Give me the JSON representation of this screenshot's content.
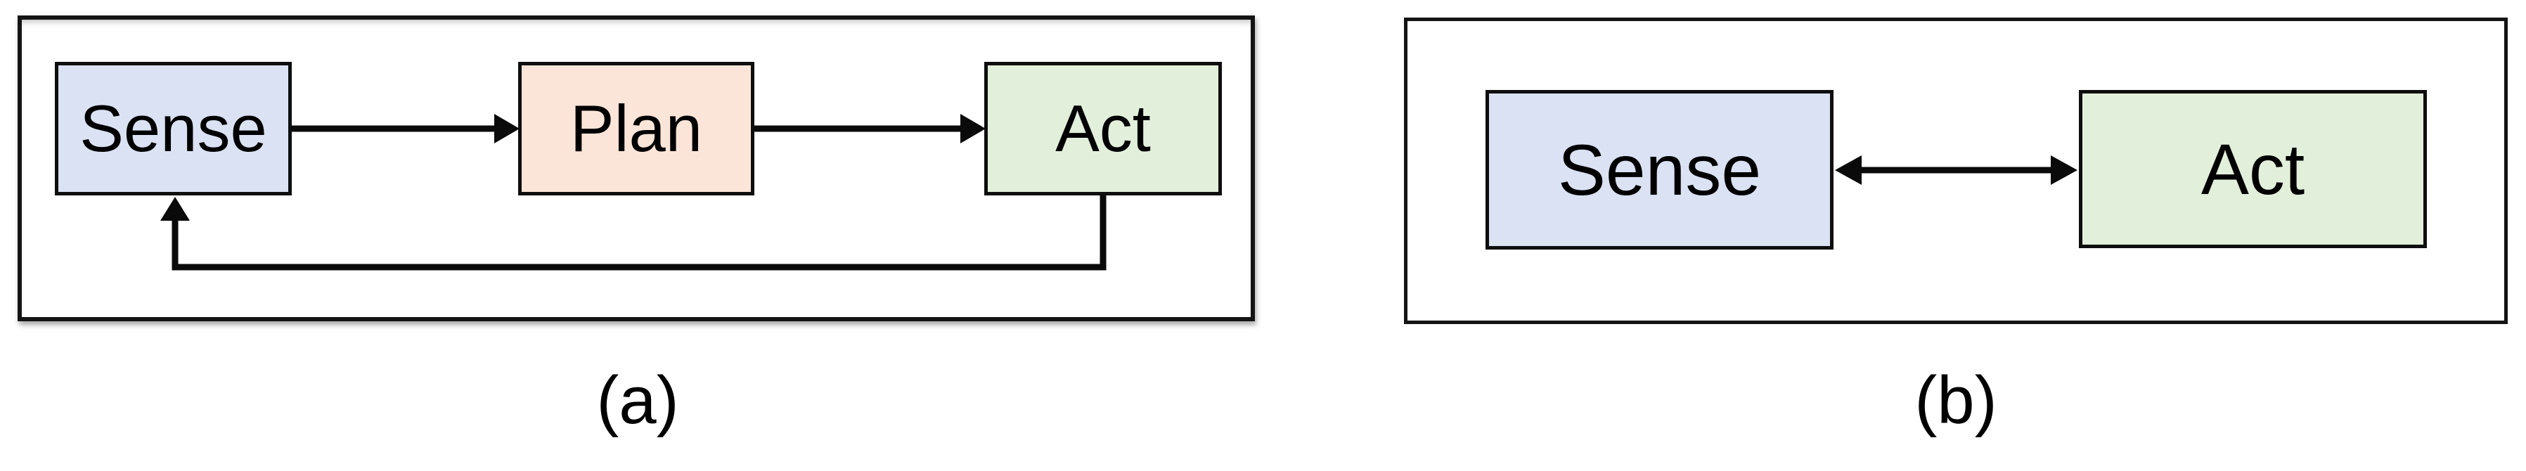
{
  "figure": {
    "panel_a": {
      "caption": "(a)",
      "boxes": {
        "sense": "Sense",
        "plan": "Plan",
        "act": "Act"
      },
      "connections": [
        "Sense → Plan",
        "Plan → Act",
        "Act → Sense (feedback loop)"
      ]
    },
    "panel_b": {
      "caption": "(b)",
      "boxes": {
        "sense": "Sense",
        "act": "Act"
      },
      "connections": [
        "Sense ↔ Act (bidirectional)"
      ]
    }
  },
  "colors": {
    "sense_fill": "#dae2f3",
    "plan_fill": "#fbe5d8",
    "act_fill": "#e2efdb",
    "line": "#0a0a0a",
    "frame_border": "#141414",
    "background": "#ffffff"
  }
}
